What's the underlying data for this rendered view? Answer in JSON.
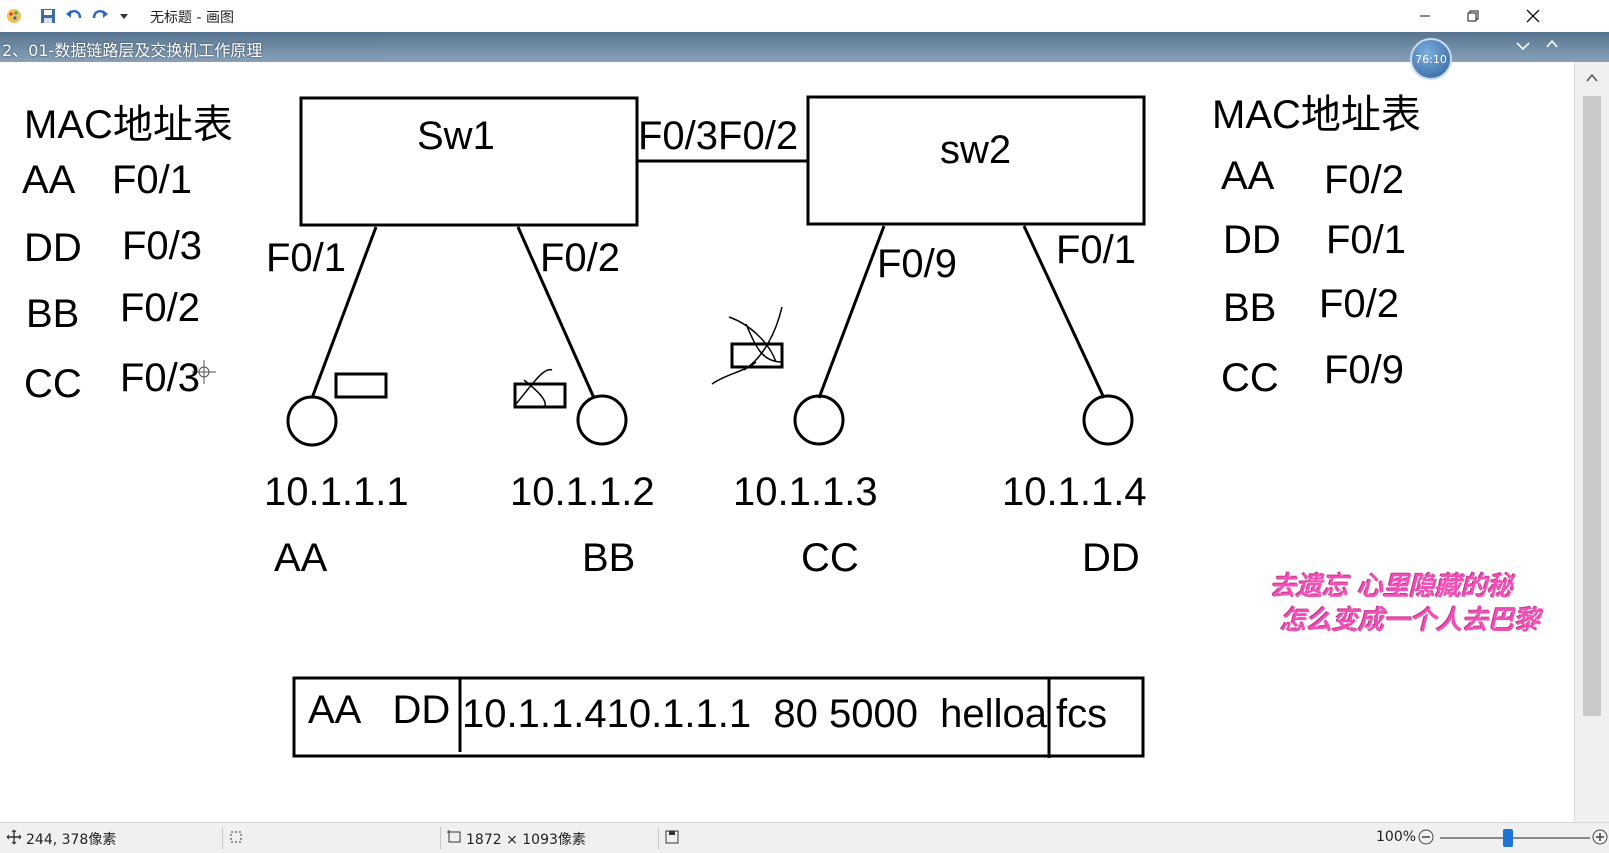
{
  "window": {
    "title": "无标题 - 画图",
    "video_title": "2、01-数据链路层及交换机工作原理",
    "timer": "76:10"
  },
  "left_table": {
    "title": "MAC地址表",
    "rows": [
      {
        "mac": "AA",
        "port": "F0/1"
      },
      {
        "mac": "DD",
        "port": "F0/3"
      },
      {
        "mac": "BB",
        "port": "F0/2"
      },
      {
        "mac": "CC",
        "port": "F0/3"
      }
    ]
  },
  "right_table": {
    "title": "MAC地址表",
    "rows": [
      {
        "mac": "AA",
        "port": "F0/2"
      },
      {
        "mac": "DD",
        "port": "F0/1"
      },
      {
        "mac": "BB",
        "port": "F0/2"
      },
      {
        "mac": "CC",
        "port": "F0/9"
      }
    ]
  },
  "diagram": {
    "switch1": "Sw1",
    "switch2": "sw2",
    "trunk_ports": "F0/3F0/2",
    "sw1_ports": [
      "F0/1",
      "F0/2"
    ],
    "sw2_ports": [
      "F0/9",
      "F0/1"
    ],
    "hosts": [
      {
        "ip": "10.1.1.1",
        "mac": "AA"
      },
      {
        "ip": "10.1.1.2",
        "mac": "BB"
      },
      {
        "ip": "10.1.1.3",
        "mac": "CC"
      },
      {
        "ip": "10.1.1.4",
        "mac": "DD"
      }
    ]
  },
  "frame": {
    "header": "AA   DD",
    "payload": "10.1.1.410.1.1.1  80 5000  helloa",
    "trailer": "fcs"
  },
  "lyrics": [
    "去遗忘 心里隐藏的秘",
    "怎么变成一个人去巴黎"
  ],
  "status": {
    "cursor_pos": "244, 378像素",
    "image_size": "1872 × 1093像素",
    "zoom": "100%",
    "zoom_fraction": 0.45
  },
  "colors": {
    "accent": "#1f73d6",
    "lyrics": "#f24fb6"
  }
}
